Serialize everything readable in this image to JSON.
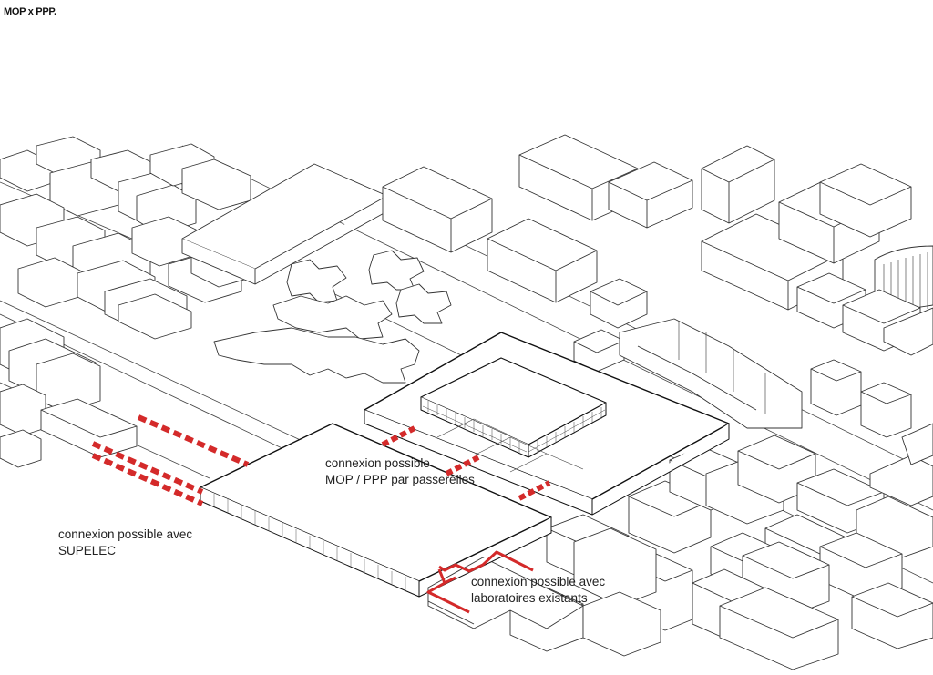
{
  "title": "MOP x PPP.",
  "annotations": {
    "supelec": {
      "line1": "connexion possible avec",
      "line2": "SUPELEC"
    },
    "mop_ppp": {
      "line1": "connexion possible",
      "line2": "MOP / PPP par passerelles"
    },
    "laboratoires": {
      "line1": "connexion possible avec",
      "line2": "laboratoires existants"
    }
  },
  "colors": {
    "connection": "#d42a2a",
    "line": "#222222",
    "background": "#ffffff"
  }
}
